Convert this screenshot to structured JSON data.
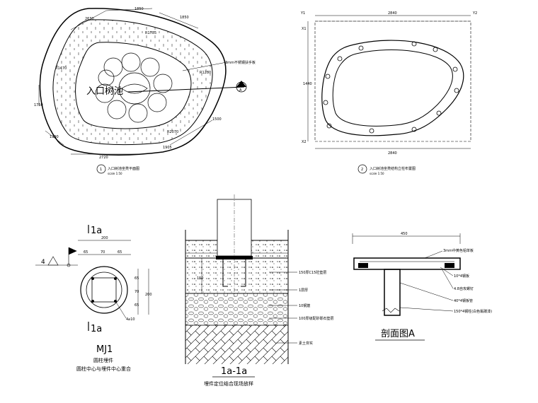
{
  "plan": {
    "tree_pool_label": "入口树池",
    "callout": "3mm不锈钢扶手板",
    "section_marker": "A",
    "dims": [
      "2630",
      "1850",
      "1850",
      "R1785",
      "R1470",
      "R1280",
      "1750",
      "1990",
      "1500",
      "1905",
      "2720",
      "R2070"
    ],
    "caption_num": "1",
    "caption": "入口树池坐凳平面图",
    "scale": "scale 1:50"
  },
  "layout_plan": {
    "grid_top_left": "Y1",
    "grid_top_right": "Y2",
    "grid_left_top": "X1",
    "grid_left_bottom": "X2",
    "top_dim": "2840",
    "bottom_dim": "2840",
    "left_dim": "1440",
    "caption_num": "2",
    "caption": "入口树池坐凳结构立柱布置图",
    "scale": "scale 1:50"
  },
  "mj1": {
    "section_top": "1a",
    "section_bottom": "1a",
    "elev_mark": "4",
    "dim_total": "200",
    "dims_h": [
      "65",
      "70",
      "65"
    ],
    "dims_v": [
      "65",
      "70",
      "65"
    ],
    "dim_v_total": "200",
    "rebar": "4⌀10",
    "title": "MJ1",
    "line1": "圆柱埋件",
    "line2": "圆柱中心与埋件中心重合"
  },
  "section_1a": {
    "labels": [
      "150厚C15砼垫层",
      "1层厚",
      "10钢筋",
      "100厚级配砂砾石垫层",
      "素土夯实"
    ],
    "dim": "150",
    "title": "1a-1a",
    "subtitle": "埋件定位结合现场放样"
  },
  "section_a": {
    "dim": "450",
    "labels": [
      "3mm中黄色铝单板",
      "10*4钢板",
      "4.8自攻螺钉",
      "40*4钢板管",
      "150*4钢柱(白色氟碳漆)"
    ],
    "title": "剖面图A"
  }
}
